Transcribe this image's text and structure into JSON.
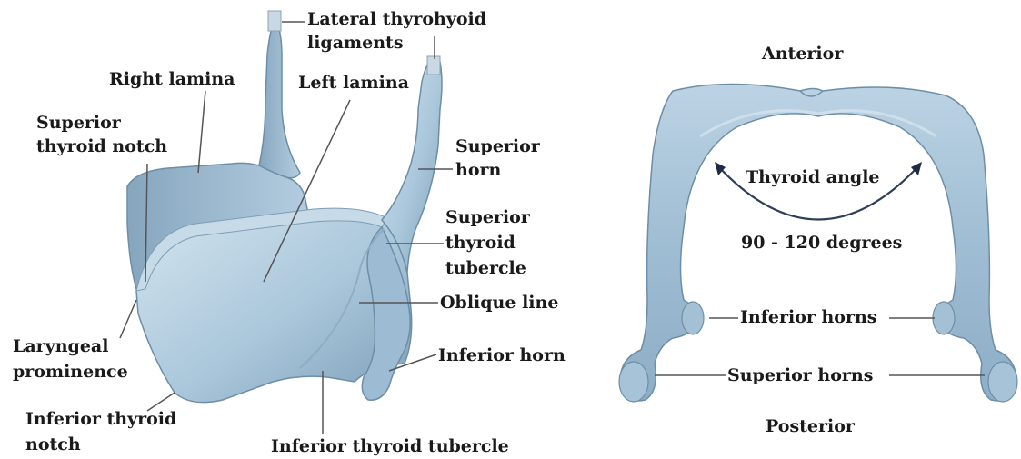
{
  "left_figure": {
    "labels": {
      "lateral_thyrohyoid_ligaments_1": "Lateral thyrohyoid",
      "lateral_thyrohyoid_ligaments_2": "ligaments",
      "right_lamina": "Right lamina",
      "left_lamina": "Left lamina",
      "superior_thyroid_notch_1": "Superior",
      "superior_thyroid_notch_2": "thyroid notch",
      "superior_horn_1": "Superior",
      "superior_horn_2": "horn",
      "superior_thyroid_tubercle_1": "Superior",
      "superior_thyroid_tubercle_2": "thyroid",
      "superior_thyroid_tubercle_3": "tubercle",
      "oblique_line": "Oblique line",
      "inferior_horn": "Inferior horn",
      "laryngeal_prominence_1": "Laryngeal",
      "laryngeal_prominence_2": "prominence",
      "inferior_thyroid_notch_1": "Inferior thyroid",
      "inferior_thyroid_notch_2": "notch",
      "inferior_thyroid_tubercle": "Inferior thyroid tubercle"
    }
  },
  "right_figure": {
    "labels": {
      "anterior": "Anterior",
      "thyroid_angle": "Thyroid angle",
      "angle_range": "90 - 120 degrees",
      "inferior_horns": "Inferior horns",
      "superior_horns": "Superior horns",
      "posterior": "Posterior"
    }
  },
  "colors": {
    "cartilage": "#a9c6da",
    "cartilage_light": "#cfe0ec",
    "cartilage_dark": "#6f93ad",
    "leader_line": "#555555",
    "text": "#1a1a1a"
  }
}
